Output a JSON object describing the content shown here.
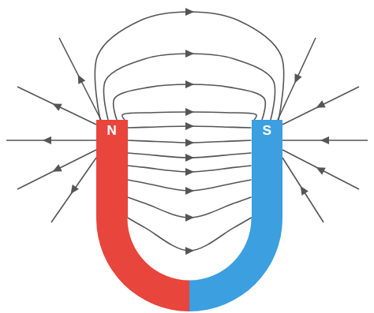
{
  "diagram": {
    "nodes": [
      {
        "text": [
          "N"
        ]
      },
      {
        "text": [
          "S"
        ]
      }
    ],
    "edges": [
      {
        "from": 0,
        "to": 1,
        "arrow": "to"
      },
      {
        "from": 0,
        "to": 1,
        "arrow": "to"
      },
      {
        "from": 0,
        "to": 1,
        "arrow": "to"
      },
      {
        "from": 0,
        "to": 1,
        "arrow": "to"
      },
      {
        "from": 0,
        "to": 1,
        "arrow": "to"
      },
      {
        "from": 0,
        "to": 1,
        "arrow": "to"
      },
      {
        "from": 0,
        "to": 1,
        "arrow": "to"
      },
      {
        "from": 0,
        "to": 1,
        "arrow": "to"
      },
      {
        "from": 0,
        "to": 1,
        "arrow": "to"
      },
      {
        "from": 0,
        "to": 1,
        "arrow": "to"
      },
      {
        "from": 0,
        "to": 1,
        "arrow": "to"
      }
    ]
  }
}
